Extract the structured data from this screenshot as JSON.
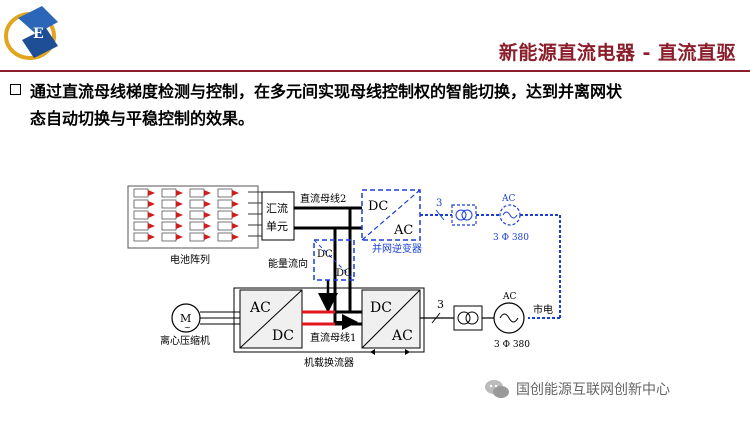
{
  "header": {
    "title": "新能源直流电器 - 直流直驱"
  },
  "bullet": {
    "line1": "通过直流母线梯度检测与控制，在多元间实现母线控制权的智能切换，达到并离网状",
    "line2": "态自动切换与平稳控制的效果。"
  },
  "diagram": {
    "battery_label": "电池阵列",
    "combiner_label": "汇流单元",
    "energy_flow_label": "能量流向",
    "dc_bus2_label": "直流母线2",
    "dc_bus1_label": "直流母线1",
    "grid_inverter": {
      "dc": "DC",
      "ac": "AC",
      "label": "并网逆变器"
    },
    "dcdc": {
      "top": "DC",
      "bottom": "DC"
    },
    "motor_converter": {
      "ac": "AC",
      "dc": "DC"
    },
    "grid_side_converter": {
      "dc": "DC",
      "ac": "AC"
    },
    "machine_converter_label": "机载换流器",
    "motor_symbol": "M",
    "motor_label": "离心压缩机",
    "phase_count_top": "3",
    "phase_count_bottom": "3",
    "ac_source_top": {
      "label": "AC",
      "rating": "3 Φ 380"
    },
    "ac_source_bottom": {
      "label": "AC",
      "rating": "3 Φ 380"
    },
    "grid_label": "市电"
  },
  "watermark": {
    "text": "国创能源互联网创新中心"
  },
  "colors": {
    "title": "#8c1d2b",
    "dashed_blue": "#1a3fd6",
    "battery_red": "#d11c1c",
    "bus_red": "#e3141c"
  }
}
